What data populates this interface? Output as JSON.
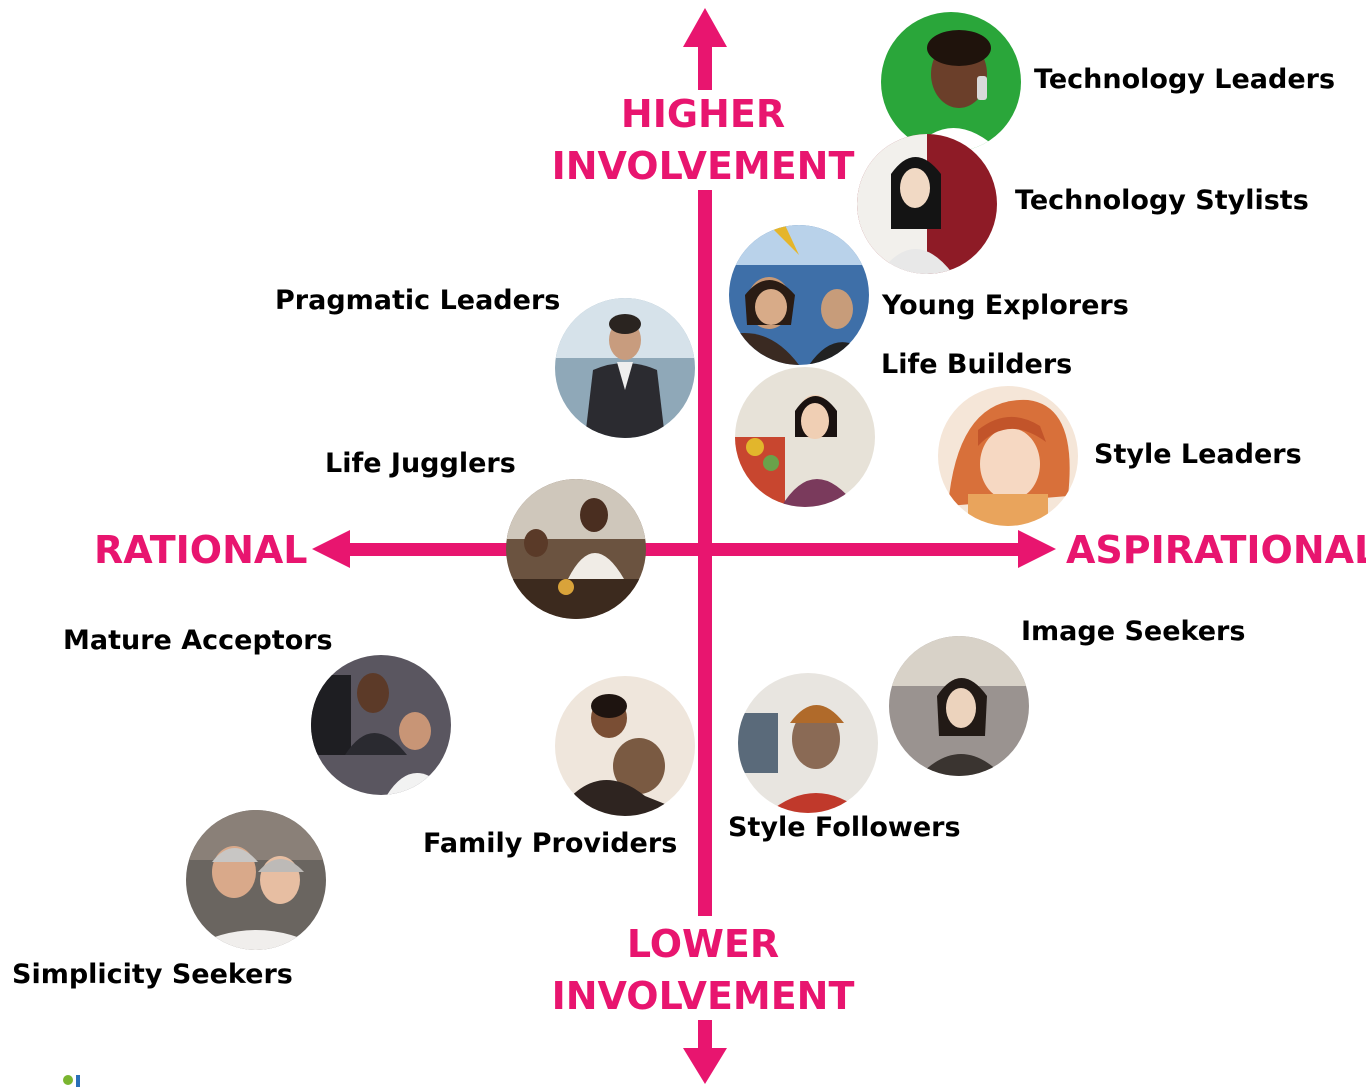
{
  "colors": {
    "axis": "#e8156f",
    "label_text": "#000000",
    "background": "#ffffff"
  },
  "axes": {
    "top": [
      "HIGHER",
      "INVOLVEMENT"
    ],
    "bottom": [
      "LOWER",
      "INVOLVEMENT"
    ],
    "left": "RATIONAL",
    "right": "ASPIRATIONAL"
  },
  "segments": [
    {
      "label": "Technology Leaders",
      "photo_icon": "person-on-phone-photo",
      "photo_color": "#2aa63a"
    },
    {
      "label": "Technology Stylists",
      "photo_icon": "woman-with-phone-photo",
      "photo_color": "#8e1b26"
    },
    {
      "label": "Young Explorers",
      "photo_icon": "group-of-friends-photo",
      "photo_color": "#3e6fa8"
    },
    {
      "label": "Pragmatic Leaders",
      "photo_icon": "businessman-photo",
      "photo_color": "#8fa8b8"
    },
    {
      "label": "Life Builders",
      "photo_icon": "woman-at-market-photo",
      "photo_color": "#7a3a5c"
    },
    {
      "label": "Style Leaders",
      "photo_icon": "young-woman-portrait-photo",
      "photo_color": "#d8703a"
    },
    {
      "label": "Life Jugglers",
      "photo_icon": "family-kitchen-photo",
      "photo_color": "#6b5340"
    },
    {
      "label": "Image Seekers",
      "photo_icon": "woman-in-crowd-photo",
      "photo_color": "#9a9390"
    },
    {
      "label": "Mature Acceptors",
      "photo_icon": "older-couple-at-computer-photo",
      "photo_color": "#5a5660"
    },
    {
      "label": "Family Providers",
      "photo_icon": "parent-and-child-photo",
      "photo_color": "#7a5a42"
    },
    {
      "label": "Style Followers",
      "photo_icon": "man-with-hat-photo",
      "photo_color": "#8a6a55"
    },
    {
      "label": "Simplicity Seekers",
      "photo_icon": "smiling-older-couple-photo",
      "photo_color": "#6a6560"
    }
  ],
  "logo": {
    "icon": "brand-logo-icon"
  }
}
